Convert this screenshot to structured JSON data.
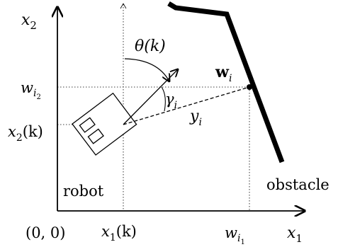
{
  "diagram": {
    "axis_x_label": "x",
    "axis_x_sub": "1",
    "axis_y_label": "x",
    "axis_y_sub": "2",
    "origin_label": "(0, 0)",
    "robot_x_label": "x",
    "robot_x_sub": "1",
    "robot_x_arg": "(k)",
    "robot_y_label": "x",
    "robot_y_sub": "2",
    "robot_y_arg": "(k)",
    "waypoint_x_label": "w",
    "waypoint_x_sub": "i",
    "waypoint_x_subsub": "1",
    "waypoint_y_label": "w",
    "waypoint_y_sub": "i",
    "waypoint_y_subsub": "2",
    "heading_label": "θ(k)",
    "bearing_label": "γ",
    "bearing_sub": "i",
    "range_label": "y",
    "range_sub": "i",
    "point_label": "w",
    "point_sub": "i",
    "robot_label": "robot",
    "obstacle_label": "obstacle",
    "colors": {
      "ink": "#000000",
      "background": "#ffffff"
    }
  }
}
